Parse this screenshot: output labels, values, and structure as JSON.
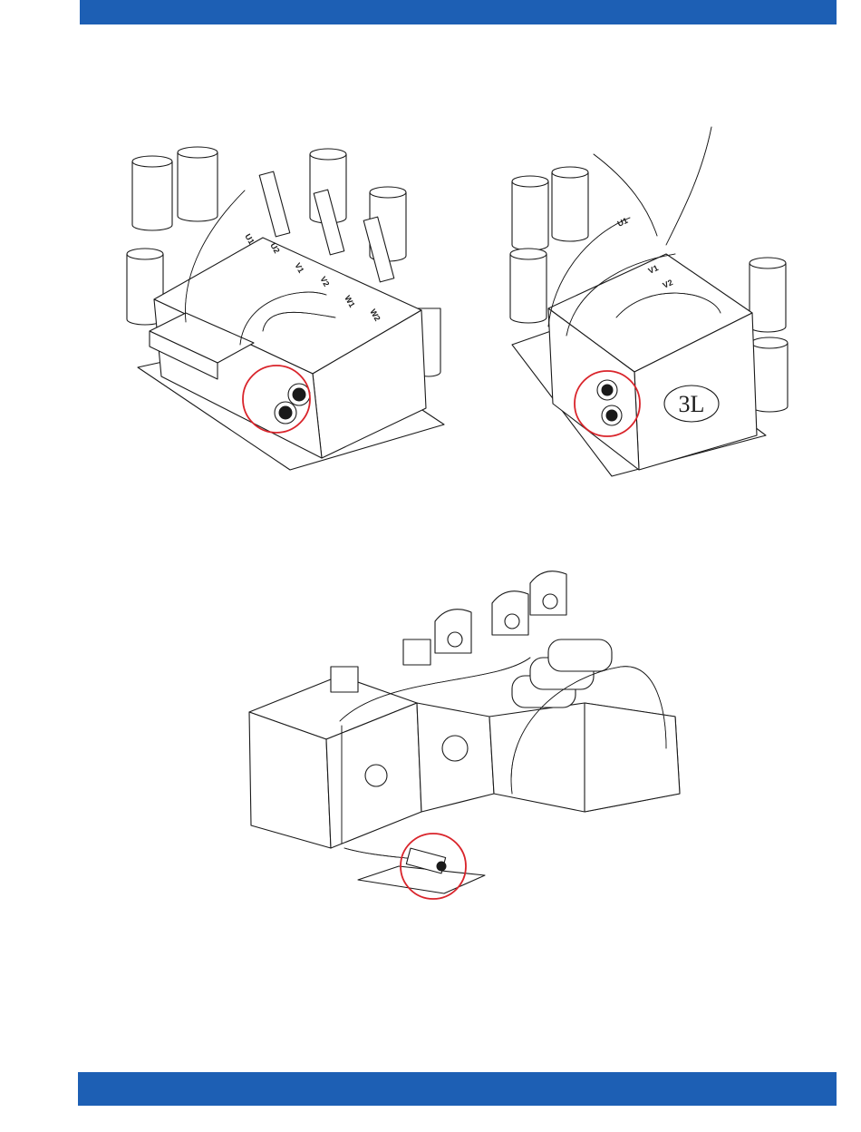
{
  "page": {
    "accent_color": "#1d5fb4",
    "highlight_color": "#d9242b"
  },
  "figures": {
    "left": {
      "terminal_labels": [
        "U1",
        "U2",
        "V1",
        "V2",
        "W1",
        "W2"
      ]
    },
    "right": {
      "terminal_labels": [
        "U1",
        "V1",
        "V2"
      ],
      "panel_label": "3L"
    }
  }
}
